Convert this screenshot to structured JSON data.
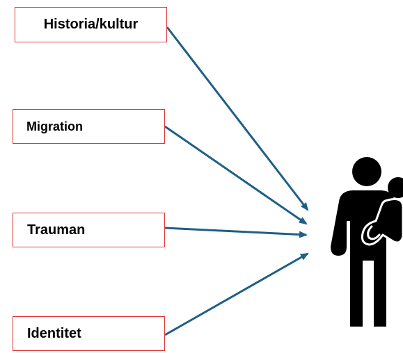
{
  "colors": {
    "box_border": "#e03a3a",
    "arrow": "#1f5f86",
    "icon": "#000000",
    "text": "#000000"
  },
  "factors": [
    {
      "label": "Historia/kultur"
    },
    {
      "label": "Migration"
    },
    {
      "label": "Trauman"
    },
    {
      "label": "Identitet"
    }
  ],
  "target": {
    "icon": "parent-holding-child-icon"
  }
}
